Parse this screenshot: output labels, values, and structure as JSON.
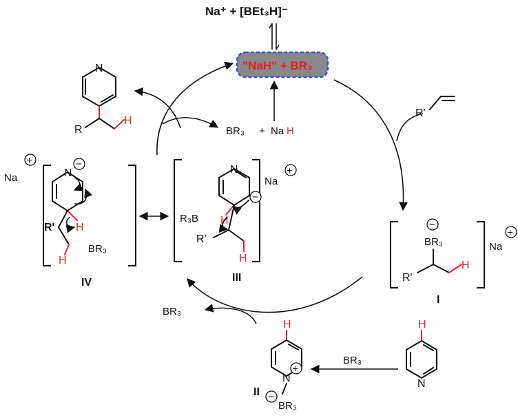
{
  "top_species": "Na⁺ + [BEt₃H]⁻",
  "catalyst_box": {
    "text": "\"NaH\" + BR₃",
    "fill": "#888888",
    "border": "#3355dd",
    "text_color": "#e8202a"
  },
  "nah_br3": {
    "br3": "BR₃",
    "plus": "+",
    "na": "Na",
    "h": "H"
  },
  "alkene_label": "R'",
  "intermediates": {
    "I": {
      "label": "I",
      "br3": "BR₃",
      "r": "R'",
      "h": "H",
      "na": "Na"
    },
    "II": {
      "label": "II",
      "n": "N",
      "br3": "BR₃",
      "h": "H"
    },
    "III": {
      "label": "III",
      "n": "N",
      "r3b": "R₃B",
      "r": "R'",
      "h_ring": "H",
      "h_chain": "H",
      "na": "Na"
    },
    "IV": {
      "label": "IV",
      "n": "N",
      "r": "R'",
      "h1": "H",
      "h2": "H",
      "br3": "BR₃",
      "na": "Na"
    }
  },
  "product": {
    "r": "R",
    "h": "H",
    "n": "N"
  },
  "pyridine": {
    "n": "N",
    "h": "H"
  },
  "br3_to_II": "BR₃",
  "br3_released": "BR₃",
  "colors": {
    "red": "#e8202a",
    "black": "#111111",
    "box_fill": "#888888",
    "box_border": "#3355dd"
  }
}
